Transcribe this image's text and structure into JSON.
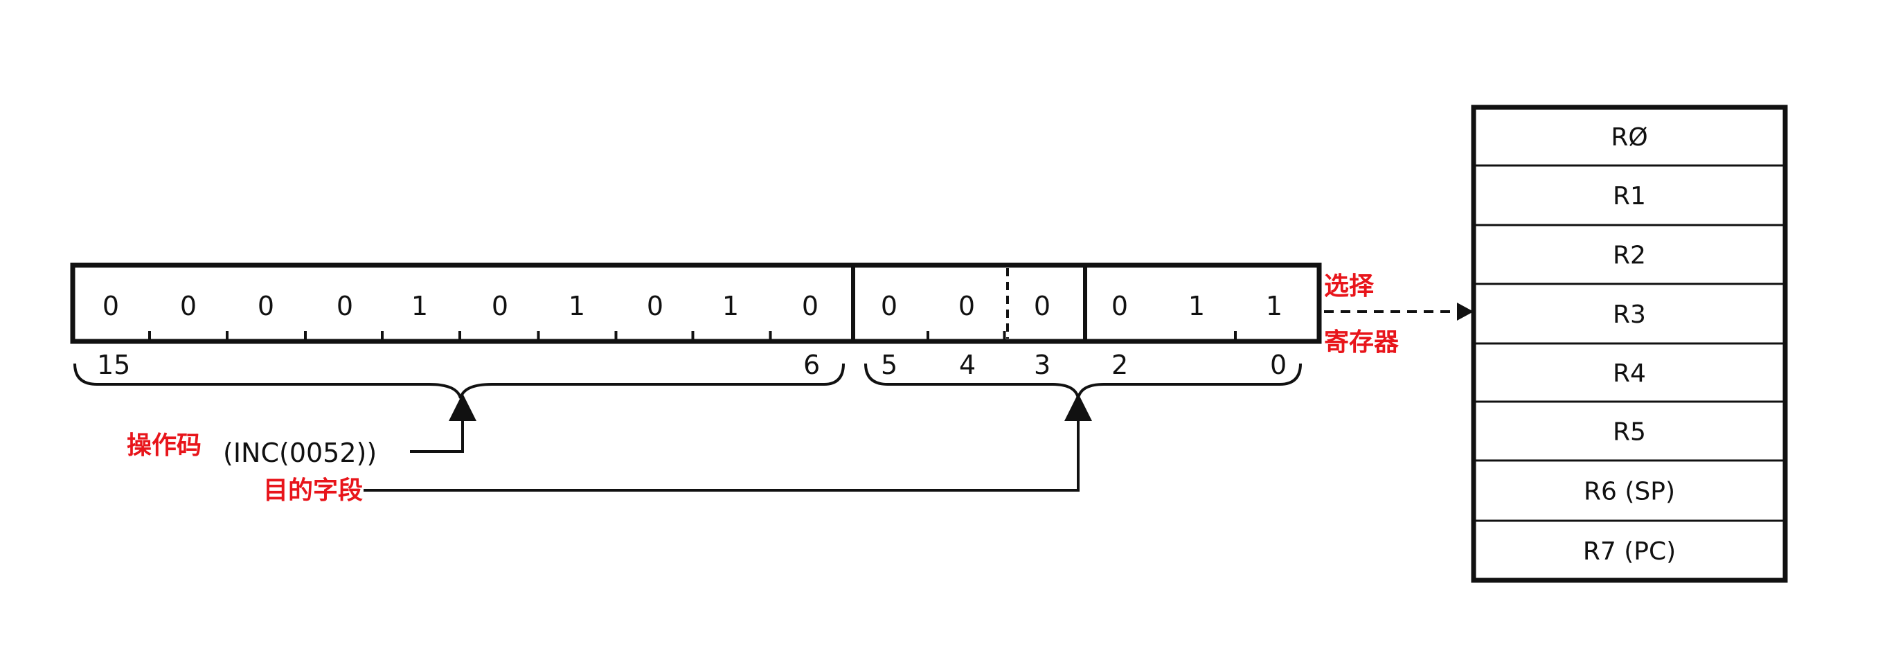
{
  "instruction": {
    "bits": [
      "0",
      "0",
      "0",
      "0",
      "1",
      "0",
      "1",
      "0",
      "1",
      "0",
      "0",
      "0",
      "0",
      "0",
      "1",
      "1"
    ],
    "bit_numbers": {
      "b15": "15",
      "b6": "6",
      "b5": "5",
      "b4": "4",
      "b3": "3",
      "b2": "2",
      "b0": "0"
    }
  },
  "labels": {
    "opcode": "操作码",
    "opcode_value": "(INC(0052))",
    "dest_field": "目的字段",
    "select_line1": "选择",
    "select_line2": "寄存器"
  },
  "registers": [
    "RØ",
    "R1",
    "R2",
    "R3",
    "R4",
    "R5",
    "R6 (SP)",
    "R7 (PC)"
  ],
  "colors": {
    "line": "#111111",
    "annotation": "#e8151b"
  }
}
